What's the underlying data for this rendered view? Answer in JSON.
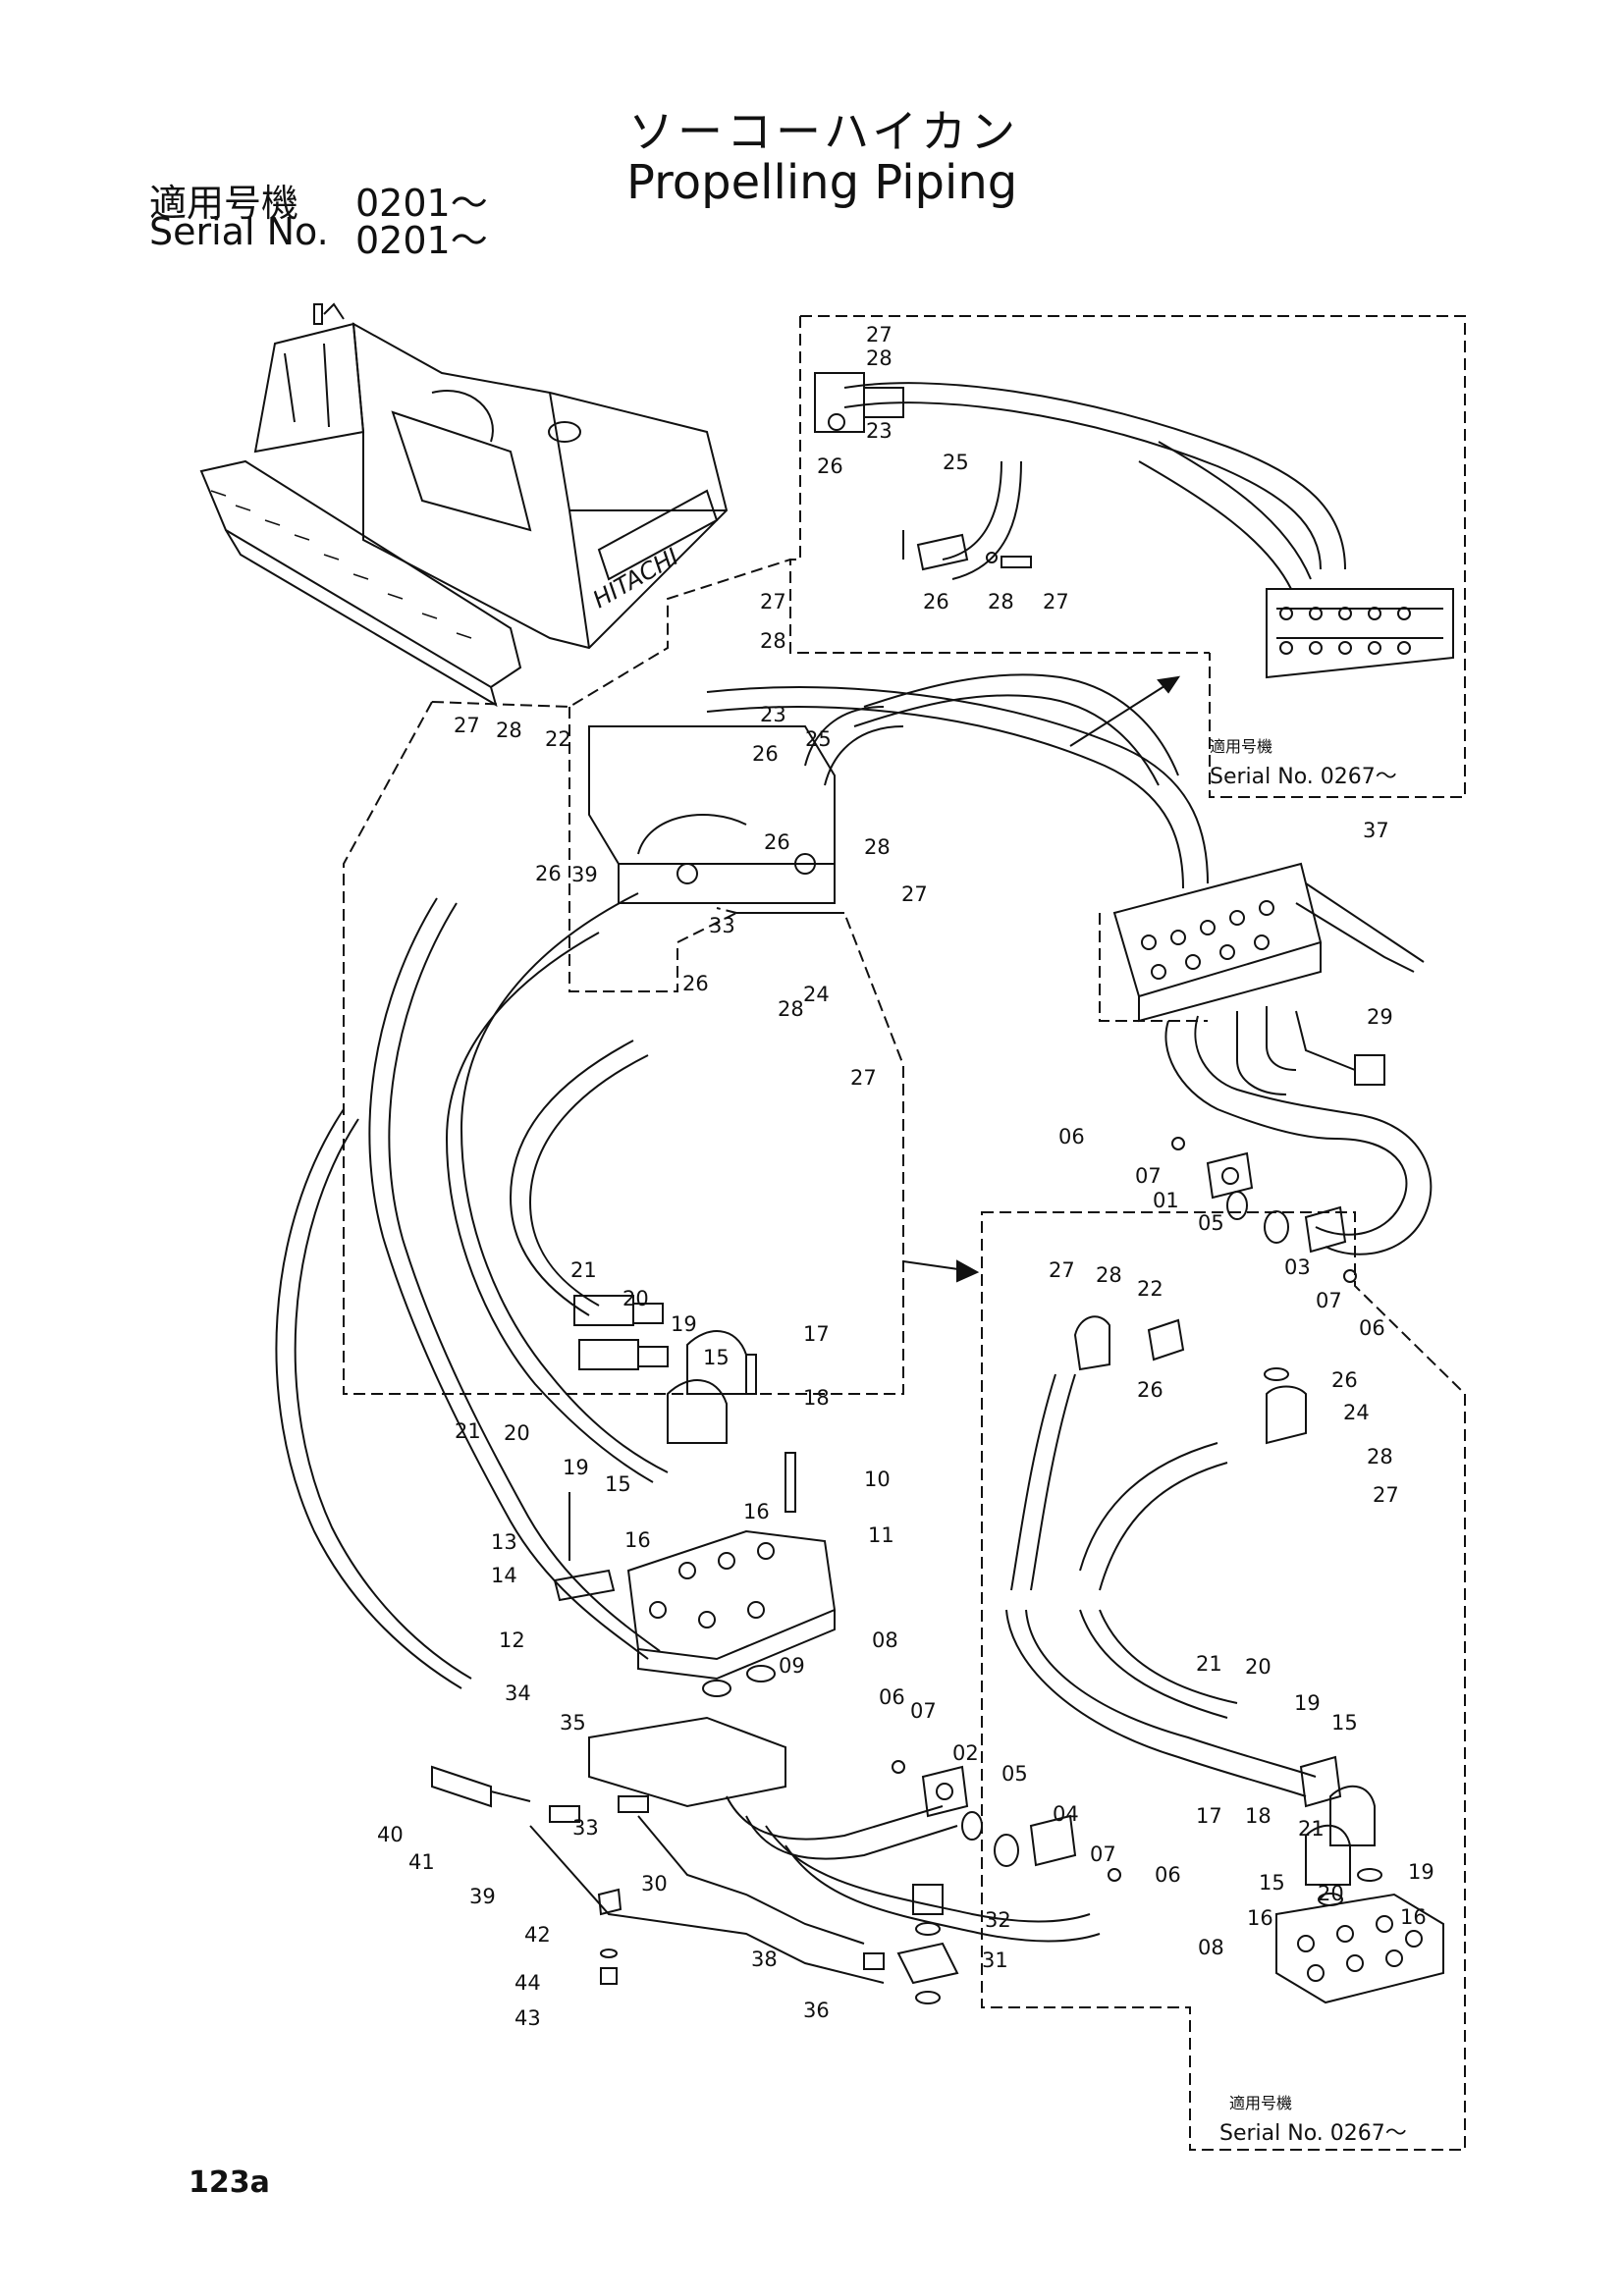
{
  "title": {
    "japanese": "ソーコーハイカン",
    "english": "Propelling Piping"
  },
  "applicability": [
    {
      "label": "適用号機",
      "value": "0201～"
    },
    {
      "label": "Serial No.",
      "value": "0201～"
    }
  ],
  "inset_notes": [
    {
      "jp": "適用号機",
      "serial": "Serial No. 0267～"
    },
    {
      "jp": "適用号機",
      "serial": "Serial No. 0267～"
    }
  ],
  "machine_brand": "HITACHI",
  "page_number": "123a",
  "part_labels": [
    "27",
    "28",
    "23",
    "26",
    "25",
    "26",
    "28",
    "27",
    "27",
    "28",
    "23",
    "26",
    "25",
    "26",
    "28",
    "27",
    "27",
    "28",
    "22",
    "26",
    "39",
    "33",
    "26",
    "24",
    "28",
    "27",
    "37",
    "29",
    "06",
    "07",
    "01",
    "05",
    "03",
    "07",
    "06",
    "21",
    "20",
    "19",
    "15",
    "17",
    "18",
    "21",
    "20",
    "19",
    "15",
    "10",
    "16",
    "11",
    "16",
    "13",
    "14",
    "12",
    "08",
    "09",
    "34",
    "35",
    "40",
    "41",
    "39",
    "33",
    "06",
    "07",
    "02",
    "05",
    "04",
    "07",
    "06",
    "30",
    "32",
    "31",
    "42",
    "44",
    "43",
    "38",
    "36",
    "27",
    "28",
    "22",
    "26",
    "26",
    "24",
    "28",
    "27",
    "21",
    "20",
    "19",
    "15",
    "17",
    "18",
    "21",
    "20",
    "19",
    "15",
    "16",
    "16",
    "08"
  ]
}
